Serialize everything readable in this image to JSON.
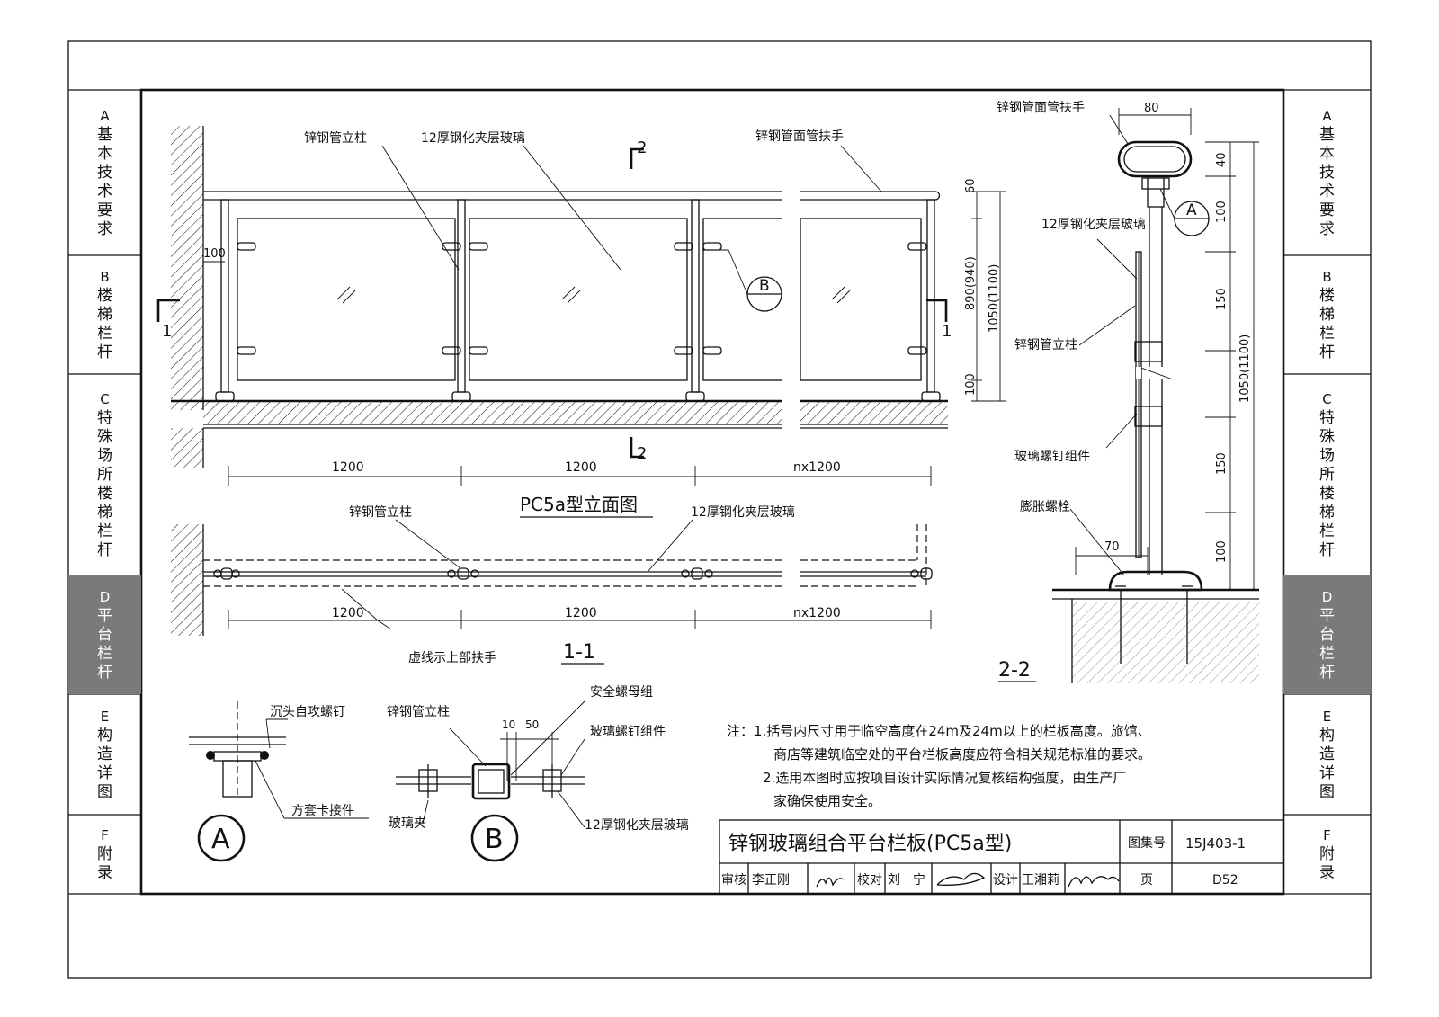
{
  "side_tabs": [
    {
      "letter": "A",
      "text": "基本技术要求",
      "active": false
    },
    {
      "letter": "B",
      "text": "楼梯栏杆",
      "active": false
    },
    {
      "letter": "C",
      "text": "特殊场所楼梯栏杆",
      "active": false
    },
    {
      "letter": "D",
      "text": "平台栏杆",
      "active": true
    },
    {
      "letter": "E",
      "text": "构造详图",
      "active": false
    },
    {
      "letter": "F",
      "text": "附录",
      "active": false
    }
  ],
  "elevation": {
    "label_post": "锌钢管立柱",
    "label_glass": "12厚钢化夹层玻璃",
    "label_handrail": "锌钢管面管扶手",
    "dim_100": "100",
    "dim_60": "60",
    "dim_890": "890(940)",
    "dim_1050": "1050(1100)",
    "dim_100b": "100",
    "bay1": "1200",
    "bay2": "1200",
    "bay3": "nx1200",
    "section_2": "2",
    "section_1": "1",
    "callout_b": "B",
    "title": "PC5a型立面图"
  },
  "plan": {
    "label_post": "锌钢管立柱",
    "label_glass": "12厚钢化夹层玻璃",
    "bay1": "1200",
    "bay2": "1200",
    "bay3": "nx1200",
    "label_dashed": "虚线示上部扶手",
    "title": "1-1"
  },
  "section22": {
    "label_handrail": "锌钢管面管扶手",
    "dim_80": "80",
    "dim_40": "40",
    "dim_100a": "100",
    "label_glass": "12厚钢化夹层玻璃",
    "dim_150a": "150",
    "label_post": "锌钢管立柱",
    "dim_1050": "1050(1100)",
    "label_bolt_set": "玻璃螺钉组件",
    "dim_150b": "150",
    "label_expansion": "膨胀螺栓",
    "dim_70": "70",
    "dim_100b": "100",
    "callout_a": "A",
    "title": "2-2"
  },
  "detailA": {
    "label_screw": "沉头自攻螺钉",
    "label_connector": "方套卡接件",
    "title": "A"
  },
  "detailB": {
    "label_post": "锌钢管立柱",
    "label_nut": "安全螺母组",
    "dim_10": "10",
    "dim_50": "50",
    "label_bolt": "玻璃螺钉组件",
    "label_clamp": "玻璃夹",
    "label_glass": "12厚钢化夹层玻璃",
    "title": "B"
  },
  "notes": {
    "line1": "注：1.括号内尺寸用于临空高度在24m及24m以上的栏板高度。旅馆、",
    "line2": "商店等建筑临空处的平台栏板高度应符合相关规范标准的要求。",
    "line3": "2.选用本图时应按项目设计实际情况复核结构强度，由生产厂",
    "line4": "家确保使用安全。"
  },
  "title_block": {
    "title": "锌钢玻璃组合平台栏板(PC5a型)",
    "atlas_label": "图集号",
    "atlas_no": "15J403-1",
    "review_label": "审核",
    "reviewer": "李正刚",
    "check_label": "校对",
    "checker": "刘　宁",
    "design_label": "设计",
    "designer": "王湘莉",
    "page_label": "页",
    "page_no": "D52"
  }
}
